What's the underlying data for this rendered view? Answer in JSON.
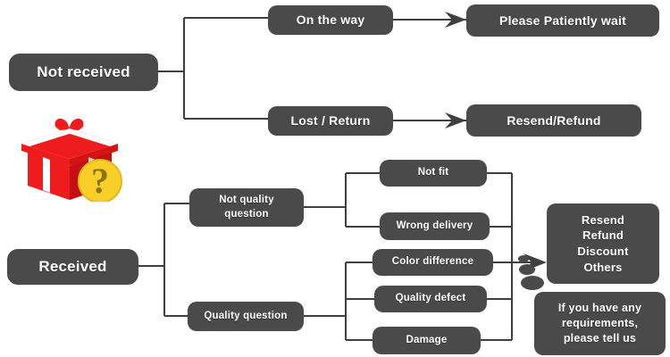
{
  "chart_title": "",
  "colors": {
    "node_fill": "#4a4a4a",
    "node_text": "#ffffff",
    "wire": "#3f3f3f",
    "background": "#ffffff",
    "gift_red": "#ee1c1c",
    "gift_dark_red": "#c41010",
    "gift_ribbon": "#ffffff",
    "question_yellow": "#f7cf28",
    "question_mark": "#8a7410"
  },
  "nodes": {
    "not_received": "Not received",
    "on_the_way": "On the way",
    "please_patiently_wait": "Please Patiently wait",
    "lost_return": "Lost / Return",
    "resend_refund": "Resend/Refund",
    "received": "Received",
    "not_quality_question_line1": "Not quality",
    "not_quality_question_line2": "question",
    "quality_question": "Quality question",
    "not_fit": "Not fit",
    "wrong_delivery": "Wrong delivery",
    "color_difference": "Color difference",
    "quality_defect": "Quality defect",
    "damage": "Damage",
    "outcomes_line1": "Resend",
    "outcomes_line2": "Refund",
    "outcomes_line3": "Discount",
    "outcomes_line4": "Others",
    "requirements_line1": "If you have any",
    "requirements_line2": "requirements,",
    "requirements_line3": "please tell us"
  },
  "icons": {
    "gift_box": "gift-box-icon",
    "question_badge": "question-mark-icon",
    "arrow_right": "arrow-right-icon",
    "speech_dots": "speech-bubble-dots-icon"
  }
}
